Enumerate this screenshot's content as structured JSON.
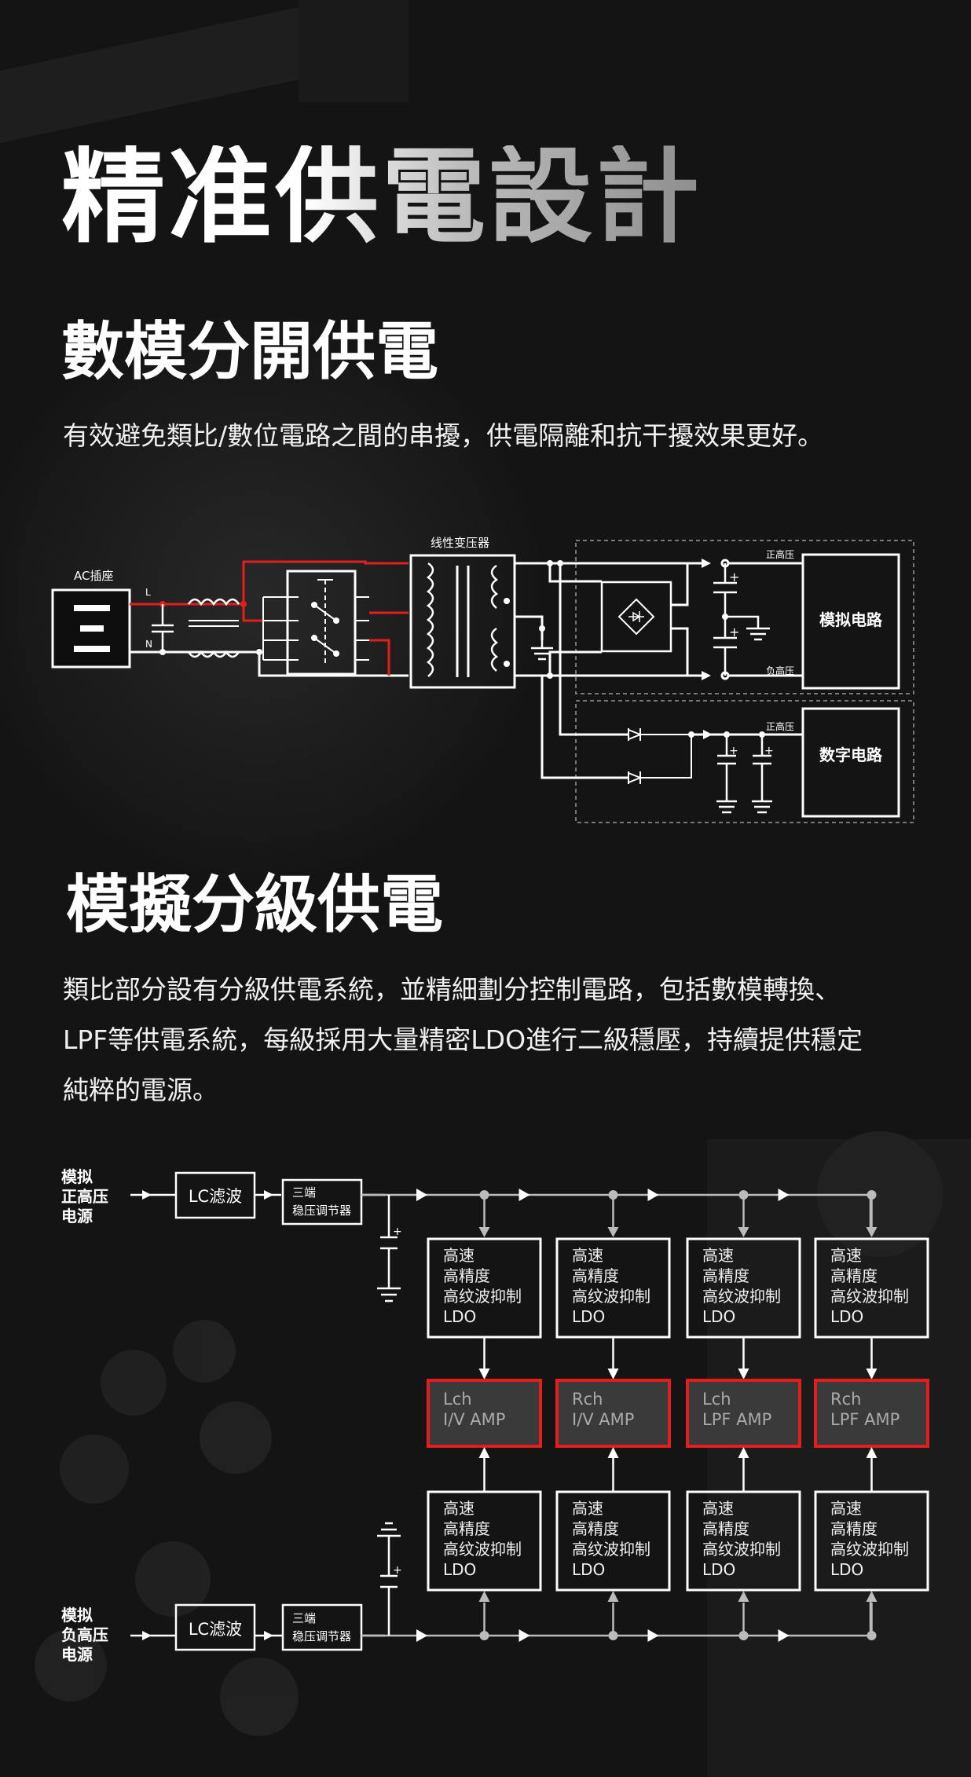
{
  "title": "精准供電設計",
  "section1": {
    "title": "數模分開供電",
    "description": "有效避免類比/數位電路之間的串擾，供電隔離和抗干擾效果更好。",
    "diagram": {
      "ac_socket_label": "AC插座",
      "line_label": "L",
      "neutral_label": "N",
      "transformer_label": "线性变压器",
      "positive_hv_label": "正高压",
      "negative_hv_label": "负高压",
      "analog_circuit_label": "模拟电路",
      "digital_positive_label": "正高压",
      "digital_circuit_label": "数字电路",
      "accent_color": "#e41e1e"
    }
  },
  "section2": {
    "title": "模擬分級供電",
    "description_lines": [
      "類比部分設有分級供電系統，並精細劃分控制電路，包括數模轉換、",
      "LPF等供電系統，每級採用大量精密LDO進行二級穩壓，持續提供穩定",
      "純粹的電源。"
    ],
    "diagram": {
      "pos_source": [
        "模拟",
        "正高压",
        "电源"
      ],
      "neg_source": [
        "模拟",
        "负高压",
        "电源"
      ],
      "lc_filter": "LC滤波",
      "regulator": [
        "三端",
        "稳压调节器"
      ],
      "ldo_lines": [
        "高速",
        "高精度",
        "高纹波抑制",
        "LDO"
      ],
      "amps": [
        {
          "line1": "Lch",
          "line2": "I/V AMP"
        },
        {
          "line1": "Rch",
          "line2": "I/V AMP"
        },
        {
          "line1": "Lch",
          "line2": "LPF AMP"
        },
        {
          "line1": "Rch",
          "line2": "LPF AMP"
        }
      ],
      "accent_color": "#e41e1e"
    }
  }
}
